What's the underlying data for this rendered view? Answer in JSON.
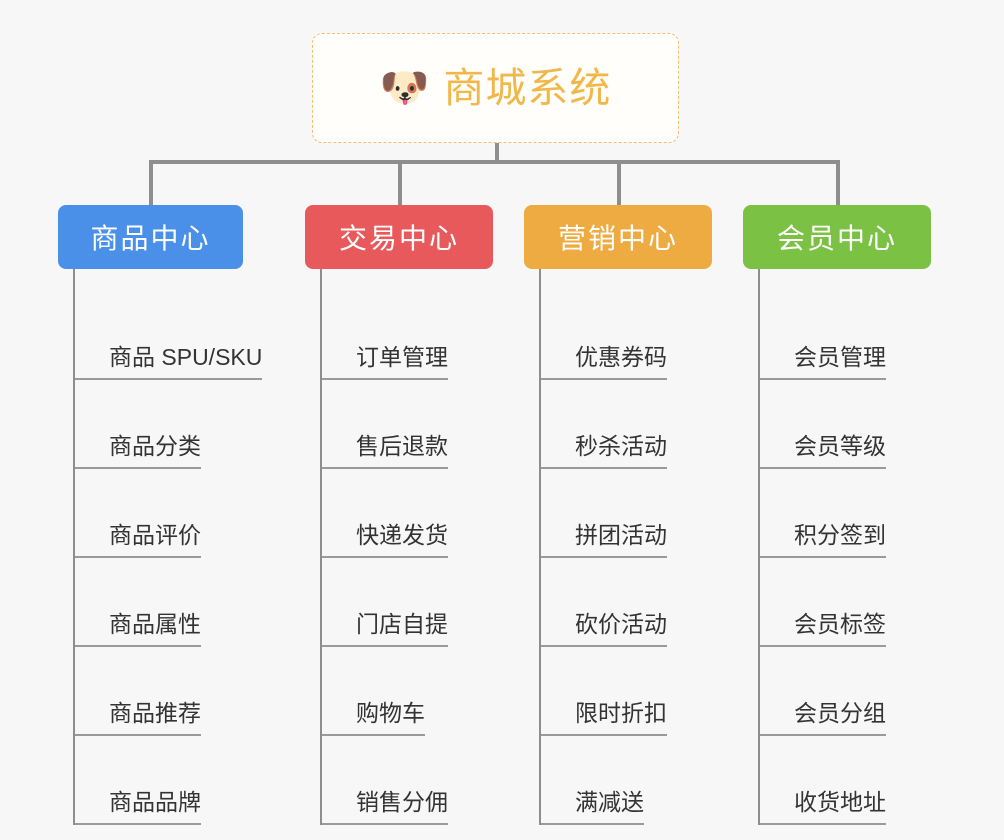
{
  "root": {
    "icon": "dog-face-emoji",
    "icon_glyph": "🐶",
    "title": "商城系统",
    "border_color": "#f0c070",
    "text_color": "#f0b84a"
  },
  "colors": {
    "background": "#f7f7f7",
    "connector": "#8e8e8e",
    "leaf_text": "#333333",
    "leaf_rule": "#9a9a9a"
  },
  "columns": [
    {
      "header": "商品中心",
      "color": "#4a90e8",
      "items": [
        "商品 SPU/SKU",
        "商品分类",
        "商品评价",
        "商品属性",
        "商品推荐",
        "商品品牌"
      ]
    },
    {
      "header": "交易中心",
      "color": "#e8595b",
      "items": [
        "订单管理",
        "售后退款",
        "快递发货",
        "门店自提",
        "购物车",
        "销售分佣"
      ]
    },
    {
      "header": "营销中心",
      "color": "#eeab41",
      "items": [
        "优惠券码",
        "秒杀活动",
        "拼团活动",
        "砍价活动",
        "限时折扣",
        "满减送"
      ]
    },
    {
      "header": "会员中心",
      "color": "#7bc244",
      "items": [
        "会员管理",
        "会员等级",
        "积分签到",
        "会员标签",
        "会员分组",
        "收货地址"
      ]
    }
  ]
}
